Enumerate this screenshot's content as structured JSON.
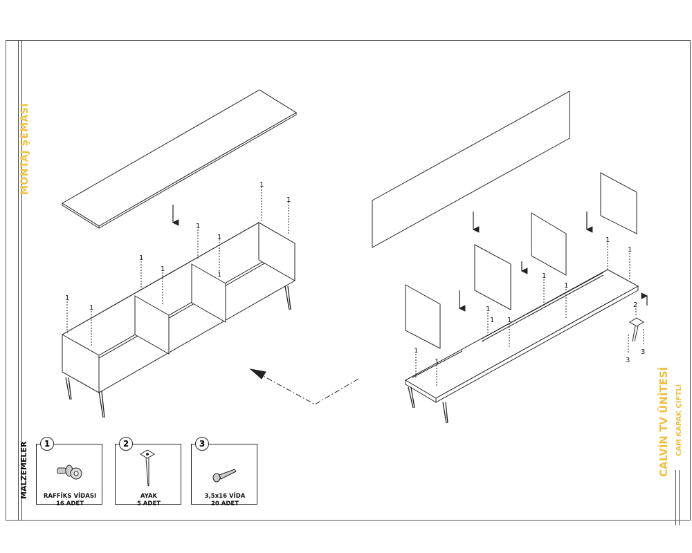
{
  "left_title": "MONTAJ ŞEMASI",
  "right_title": "CALVİN TV ÜNİTESİ",
  "right_subtitle": "CAM KAPAK ÇİFTLİ",
  "materials_title": "MALZEMELER",
  "left_callouts": [
    "1",
    "1",
    "1",
    "1",
    "1",
    "1",
    "1",
    "1",
    "1"
  ],
  "right_callouts": [
    "1",
    "1",
    "1",
    "1",
    "1",
    "1",
    "1",
    "1",
    "1",
    "2",
    "3",
    "3"
  ],
  "materials": [
    {
      "number": "1",
      "name": "RAFFİKS VİDASI",
      "qty": "16 ADET",
      "icon": "raffix-screw-icon"
    },
    {
      "number": "2",
      "name": "AYAK",
      "qty": "5 ADET",
      "icon": "leg-icon"
    },
    {
      "number": "3",
      "name": "3,5x16 VİDA",
      "qty": "20 ADET",
      "icon": "wood-screw-icon"
    }
  ]
}
